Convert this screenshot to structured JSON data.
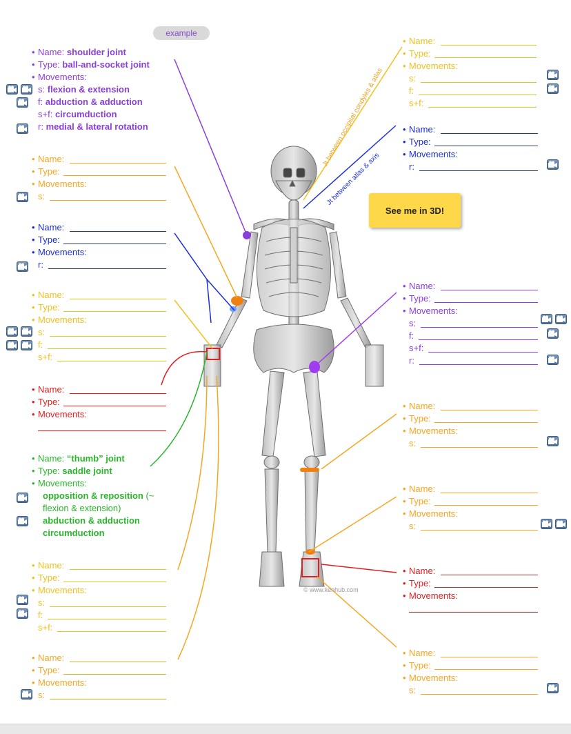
{
  "labels": {
    "name": "Name:",
    "type": "Type:",
    "movements": "Movements:",
    "s": "s:",
    "f": "f:",
    "sf": "s+f:",
    "r": "r:"
  },
  "example_bubble": "example",
  "see_3d": "See me in 3D!",
  "watermark": "© www.kenhub.com",
  "diagonal_labels": {
    "atlas_occipital": "Jt between occipital condyles & atlas",
    "atlas_axis": "Jt between atlas & axis"
  },
  "example": {
    "name": "shoulder joint",
    "type": "ball-and-socket joint",
    "s": "flexion & extension",
    "f": "abduction & adduction",
    "sf": "circumduction",
    "r": "medial & lateral rotation"
  },
  "thumb": {
    "name": "“thumb” joint",
    "type": "saddle joint",
    "m1": "opposition & reposition",
    "m1_note_a": " (~",
    "m1_note_b": "flexion & extension)",
    "m2": "abduction & adduction",
    "m3": "circumduction"
  },
  "colors": {
    "purple": "#8b3fd9",
    "orange": "#f5a623",
    "blue": "#1c2ed8",
    "gold": "#f0c020",
    "red": "#e02020",
    "green": "#2bb52b"
  }
}
